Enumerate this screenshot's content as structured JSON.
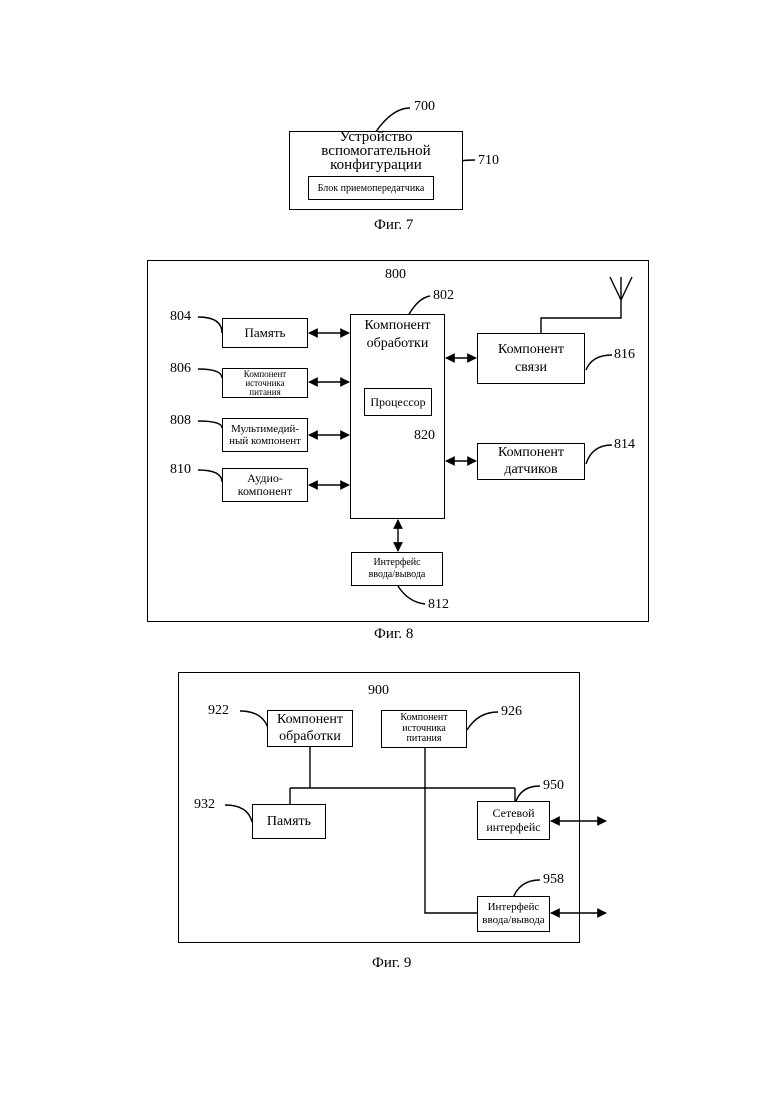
{
  "fig7": {
    "ref_main": "700",
    "ref_block": "710",
    "title_line1": "Устройство",
    "title_line2": "вспомогательной",
    "title_line3": "конфигурации",
    "block_label": "Блок приемопередатчика",
    "caption": "Фиг. 7"
  },
  "fig8": {
    "ref_main": "800",
    "ref_processing": "802",
    "ref_memory": "804",
    "ref_power": "806",
    "ref_multimedia": "808",
    "ref_audio": "810",
    "ref_io": "812",
    "ref_sensor": "814",
    "ref_comm": "816",
    "ref_processor": "820",
    "memory": "Память",
    "power_line1": "Компонент",
    "power_line2": "источника",
    "power_line3": "питания",
    "multimedia_line1": "Мультимедий-",
    "multimedia_line2": "ный компонент",
    "audio_line1": "Аудио-",
    "audio_line2": "компонент",
    "processing_line1": "Компонент",
    "processing_line2": "обработки",
    "processor": "Процессор",
    "comm_line1": "Компонент",
    "comm_line2": "связи",
    "sensor_line1": "Компонент",
    "sensor_line2": "датчиков",
    "io_line1": "Интерфейс",
    "io_line2": "ввода/вывода",
    "caption": "Фиг. 8"
  },
  "fig9": {
    "ref_main": "900",
    "ref_processing": "922",
    "ref_power": "926",
    "ref_memory": "932",
    "ref_network": "950",
    "ref_io": "958",
    "processing_line1": "Компонент",
    "processing_line2": "обработки",
    "power_line1": "Компонент",
    "power_line2": "источника",
    "power_line3": "питания",
    "memory": "Память",
    "network_line1": "Сетевой",
    "network_line2": "интерфейс",
    "io_line1": "Интерфейс",
    "io_line2": "ввода/вывода",
    "caption": "Фиг. 9"
  }
}
